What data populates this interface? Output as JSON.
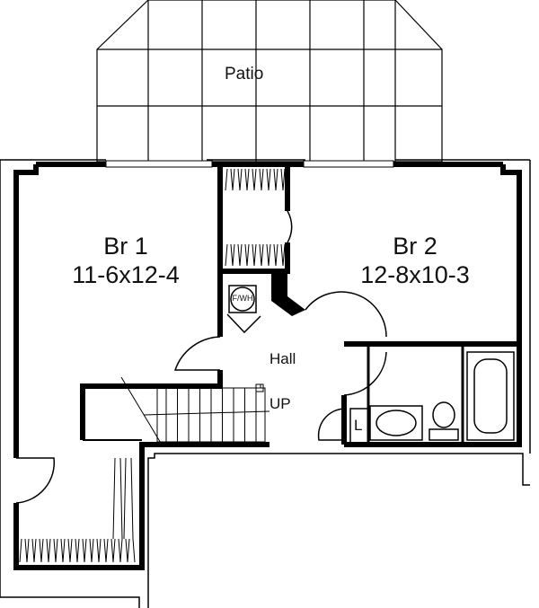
{
  "plan": {
    "patio": "Patio",
    "br1": {
      "name": "Br 1",
      "dims": "11-6x12-4"
    },
    "br2": {
      "name": "Br 2",
      "dims": "12-8x10-3"
    },
    "hall": "Hall",
    "stairs": "UP",
    "water_heater": "F/WH",
    "linen": "L"
  },
  "colors": {
    "wall": "#000000",
    "background": "#ffffff"
  }
}
